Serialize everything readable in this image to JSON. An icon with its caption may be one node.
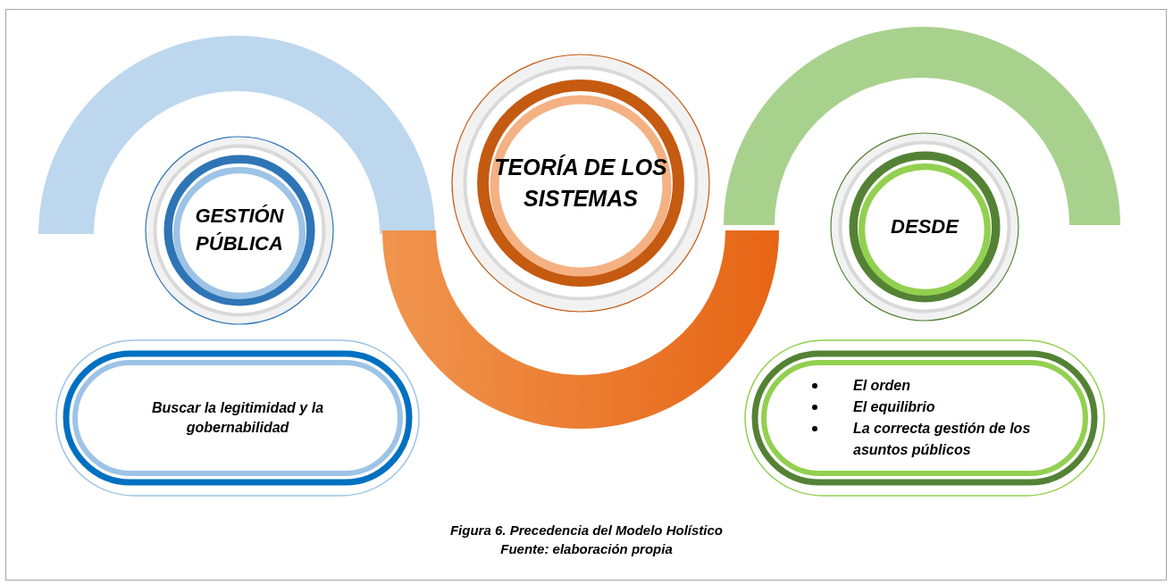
{
  "diagram": {
    "caption": "Figura 6. Precedencia del Modelo Holístico",
    "nodes": [
      {
        "text": [
          "GESTIÓN PÚBLICA"
        ]
      },
      {
        "text": [
          "TEORÍA DE LOS SISTEMAS"
        ]
      },
      {
        "text": [
          "DESDE"
        ]
      },
      {
        "text": [
          "Buscar la legitimidad y la gobernabilidad"
        ]
      },
      {
        "text": [
          "El orden",
          "El equilibrio",
          "La correcta gestión de los asuntos públicos"
        ]
      }
    ],
    "labels": [
      "Fuente: elaboración propia"
    ]
  }
}
